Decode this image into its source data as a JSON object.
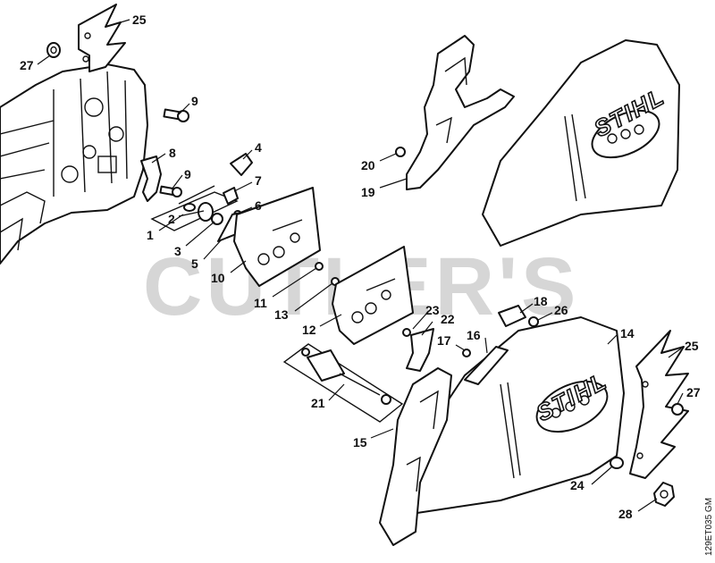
{
  "watermark": "CUTLER'S",
  "brand_label": "STIHL",
  "drawing_code": "129ET035 GM",
  "callouts": {
    "n1": "1",
    "n2": "2",
    "n3": "3",
    "n4": "4",
    "n5": "5",
    "n6": "6",
    "n7": "7",
    "n8": "8",
    "n9a": "9",
    "n9b": "9",
    "n10": "10",
    "n11": "11",
    "n12": "12",
    "n13": "13",
    "n14": "14",
    "n15": "15",
    "n16": "16",
    "n17": "17",
    "n18": "18",
    "n19": "19",
    "n20": "20",
    "n21": "21",
    "n22": "22",
    "n23": "23",
    "n24": "24",
    "n25a": "25",
    "n25b": "25",
    "n26": "26",
    "n27a": "27",
    "n27b": "27",
    "n28": "28"
  }
}
